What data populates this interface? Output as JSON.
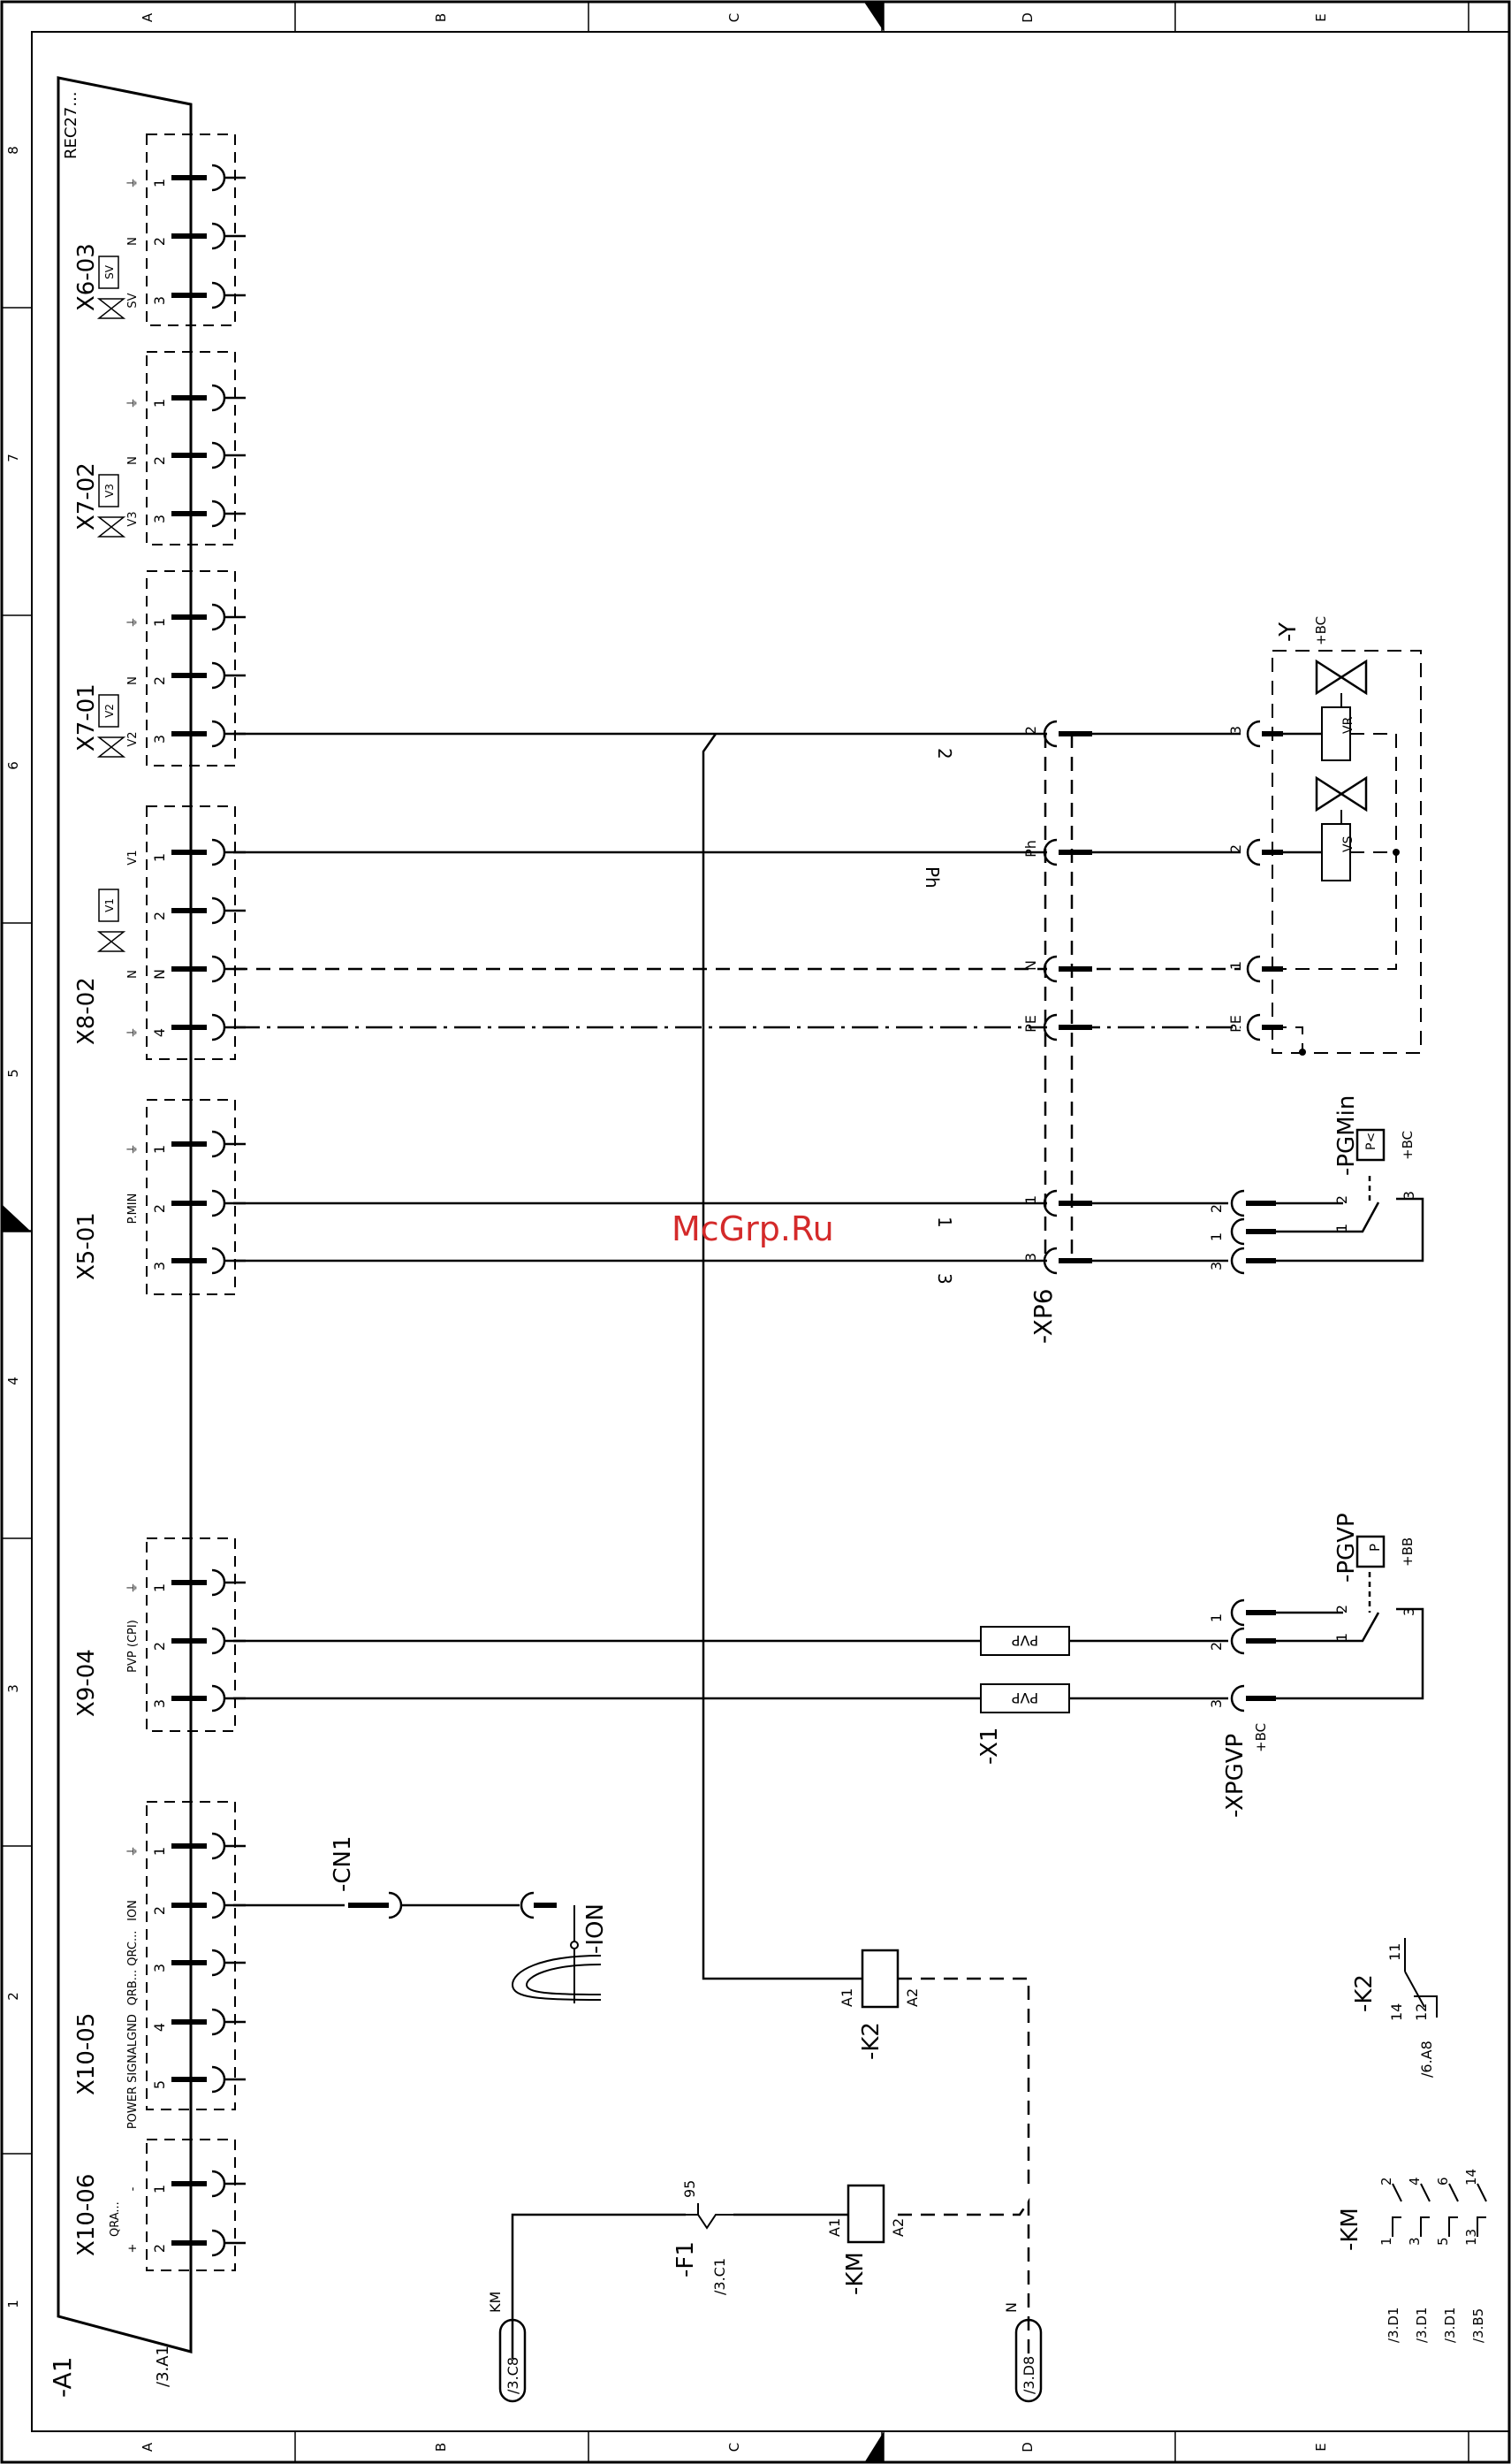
{
  "frame": {
    "columns": [
      "A",
      "B",
      "C",
      "D",
      "E"
    ],
    "rows": [
      "8",
      "7",
      "6",
      "5",
      "4",
      "3",
      "2",
      "1"
    ]
  },
  "watermark": "McGrp.Ru",
  "controller": {
    "tag": "-A1",
    "ref": "/3.A1",
    "model": "REC27..."
  },
  "connectors": [
    {
      "id": "X6-03",
      "pins": [
        "1",
        "2",
        "3"
      ],
      "labels": [
        "⏚",
        "N",
        "SV"
      ],
      "icon": "SV",
      "icon_name": "valve-icon"
    },
    {
      "id": "X7-02",
      "pins": [
        "1",
        "2",
        "3"
      ],
      "labels": [
        "⏚",
        "N",
        "V3"
      ],
      "icon": "V3",
      "icon_name": "valve-icon"
    },
    {
      "id": "X7-01",
      "pins": [
        "1",
        "2",
        "3"
      ],
      "labels": [
        "⏚",
        "N",
        "V2"
      ],
      "icon": "V2",
      "icon_name": "valve-icon"
    },
    {
      "id": "X8-02",
      "pins": [
        "1",
        "2",
        "N",
        "4"
      ],
      "labels": [
        "V1",
        "",
        "N",
        "⏚"
      ],
      "icon": "V1",
      "icon_name": "valve-icon"
    },
    {
      "id": "X5-01",
      "pins": [
        "1",
        "2",
        "3"
      ],
      "labels": [
        "⏚",
        "P.MIN",
        ""
      ]
    },
    {
      "id": "X9-04",
      "pins": [
        "1",
        "2",
        "3"
      ],
      "labels": [
        "⏚",
        "PVP (CPI)",
        ""
      ]
    },
    {
      "id": "X10-05",
      "pins": [
        "1",
        "2",
        "3",
        "4",
        "5"
      ],
      "labels": [
        "⏚",
        "ION",
        "QRB... QRC...",
        "GND",
        "POWER SIGNAL"
      ]
    },
    {
      "id": "X10-06",
      "pins": [
        "1",
        "2"
      ],
      "labels": [
        "-",
        "+"
      ],
      "extra": "QRA..."
    }
  ],
  "wires": {
    "w2": "2",
    "wPh": "Ph",
    "w1": "1",
    "w3": "3"
  },
  "xp6": {
    "tag": "-XP6",
    "pins": [
      "2",
      "Ph",
      "N",
      "PE",
      "1",
      "3"
    ]
  },
  "valve_unit": {
    "tag": "-Y",
    "loc": "+BC",
    "pins": [
      "3",
      "2",
      "1",
      "PE"
    ],
    "coils": [
      "VR",
      "VS"
    ]
  },
  "pgmin": {
    "tag": "-PGMin",
    "loc": "+BC",
    "symbol": "P<",
    "pins": [
      "2",
      "1",
      "3"
    ],
    "contacts": [
      "2",
      "1",
      "3"
    ]
  },
  "pgvp": {
    "tag": "-PGVP",
    "loc": "+BB",
    "symbol": "P",
    "pins": [
      "1",
      "2",
      "3"
    ],
    "contacts": [
      "2",
      "1",
      "3"
    ]
  },
  "xpgvp": {
    "tag": "-XPGVP",
    "loc": "+BC"
  },
  "x1": {
    "tag": "-X1",
    "terminals": [
      "PVP",
      "PVP"
    ]
  },
  "cn1": {
    "tag": "-CN1"
  },
  "ion": {
    "tag": "-ION"
  },
  "k2": {
    "tag": "-K2",
    "terminals": [
      "A1",
      "A2"
    ]
  },
  "km": {
    "tag": "-KM",
    "terminals": [
      "A1",
      "A2"
    ]
  },
  "f1": {
    "tag": "-F1",
    "ref": "/3.C1",
    "terminal": "95"
  },
  "refs": {
    "km_ref": {
      "label": "KM",
      "ref": "/3.C8"
    },
    "n_ref": {
      "label": "N",
      "ref": "/3.D8"
    }
  },
  "k2_contact": {
    "tag": "-K2",
    "pins": [
      "11",
      "14",
      "12"
    ],
    "ref": "/6.A8"
  },
  "km_contacts": {
    "tag": "-KM",
    "rows": [
      {
        "a": "1",
        "b": "2",
        "ref": "/3.D1"
      },
      {
        "a": "3",
        "b": "4",
        "ref": "/3.D1"
      },
      {
        "a": "5",
        "b": "6",
        "ref": "/3.D1"
      },
      {
        "a": "13",
        "b": "14",
        "ref": "/3.B5"
      }
    ]
  },
  "colors": {
    "line": "#000000",
    "watermark": "#d42a2a"
  }
}
